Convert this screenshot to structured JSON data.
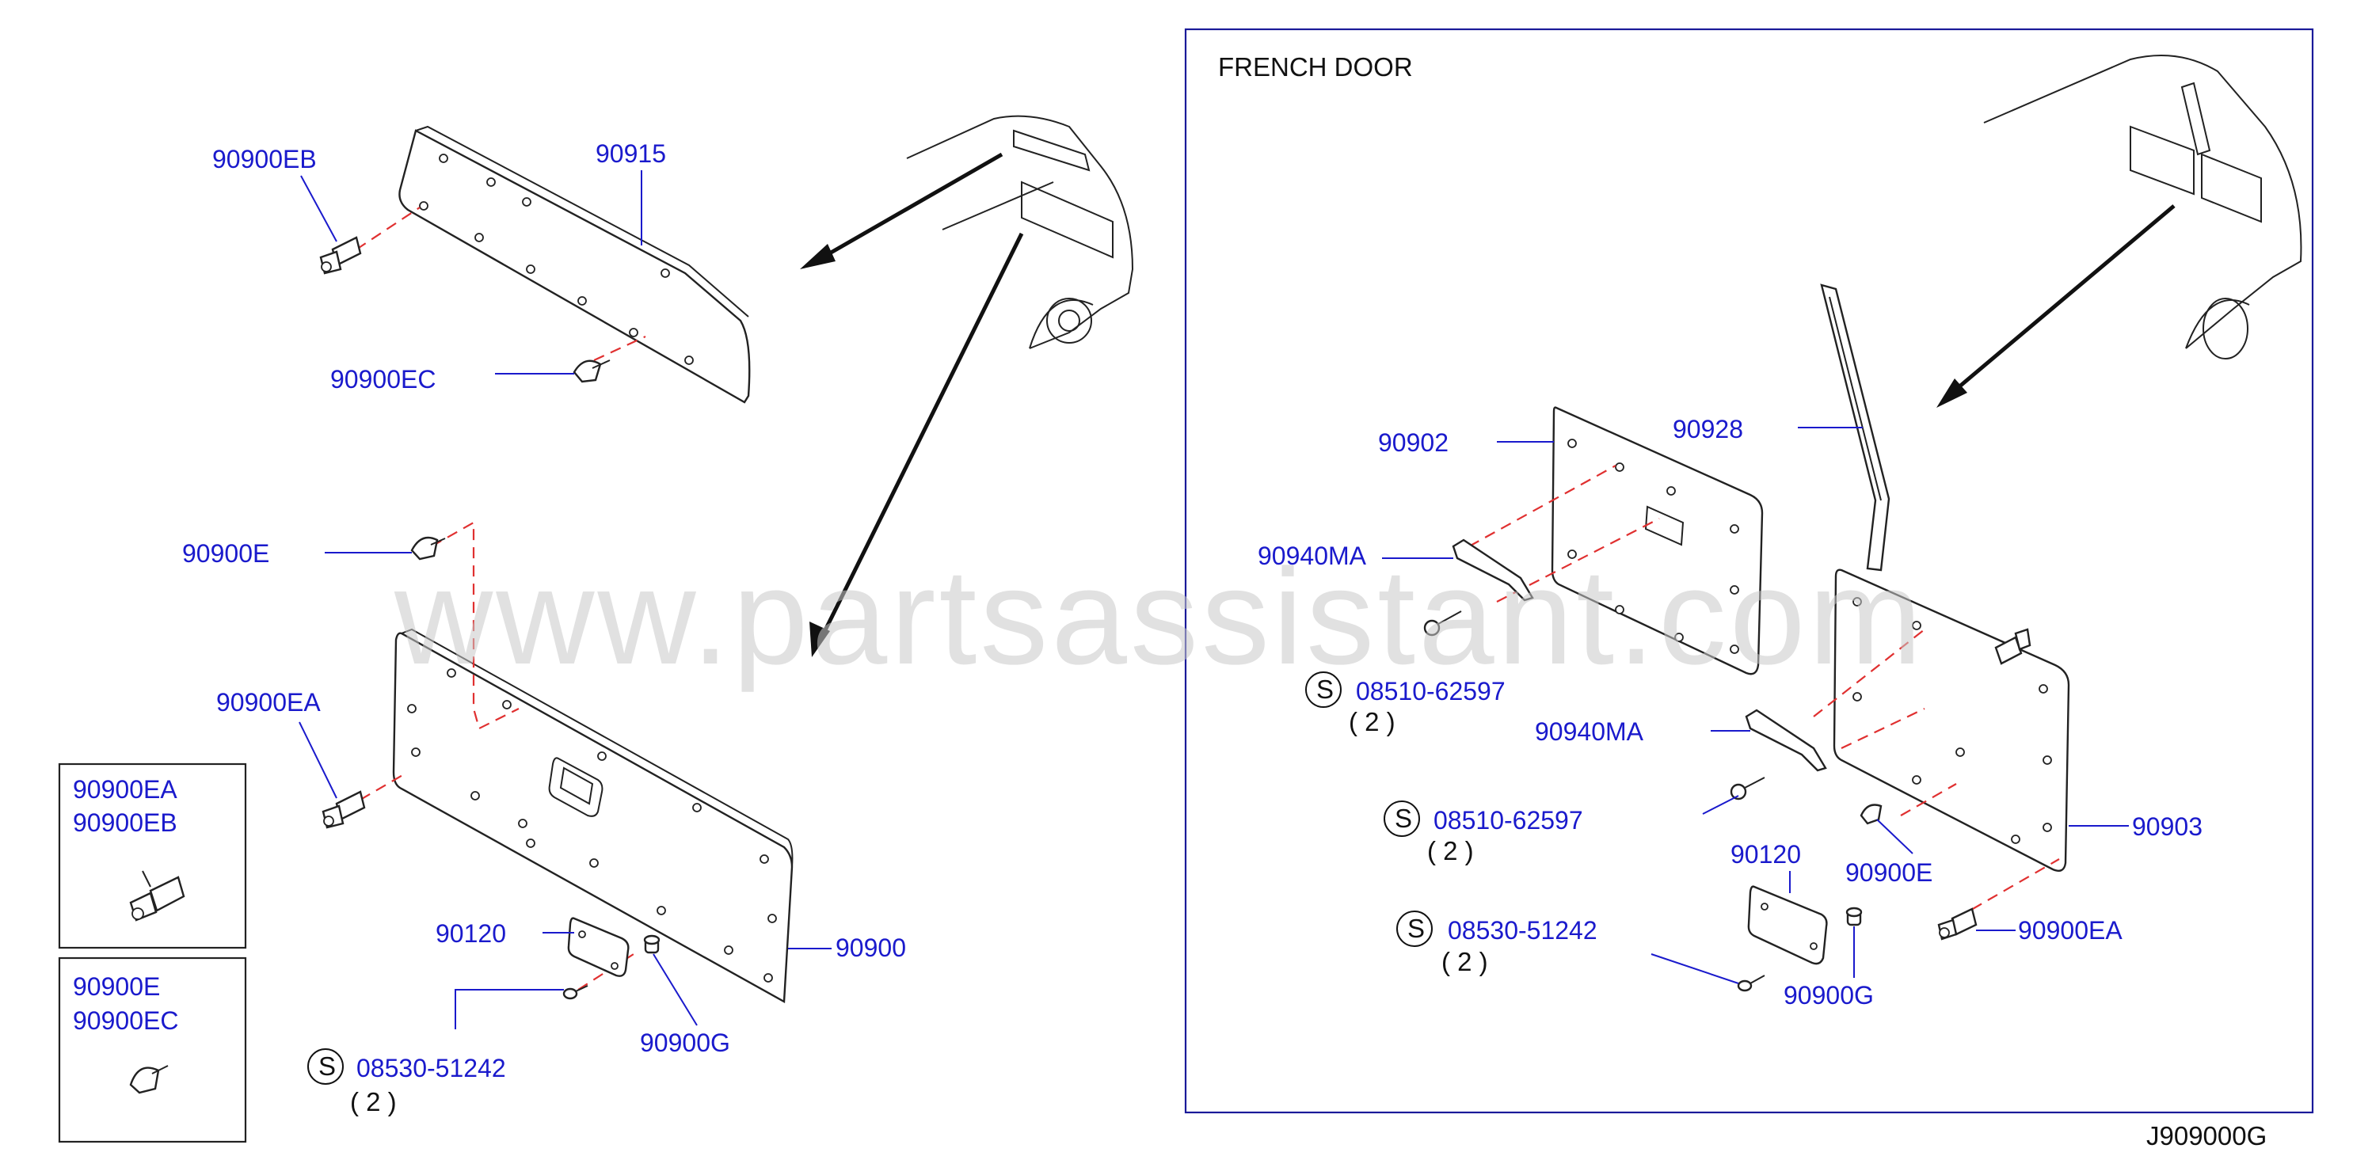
{
  "watermark": "www.partsassistant.com",
  "french_door_box": {
    "title": "FRENCH   DOOR"
  },
  "diagram_code": "J909000G",
  "labels_left": {
    "l_90900EB": "90900EB",
    "l_90915": "90915",
    "l_90900EC": "90900EC",
    "l_90900E": "90900E",
    "l_90900EA": "90900EA",
    "l_90120": "90120",
    "l_90900": "90900",
    "l_90900G": "90900G",
    "l_screw": "08530-51242",
    "l_screw_qty": "( 2 )",
    "l_s": "S"
  },
  "insets": [
    {
      "line1": "90900EA",
      "line2": "90900EB"
    },
    {
      "line1": "90900E",
      "line2": "90900EC"
    }
  ],
  "labels_right": {
    "r_90902": "90902",
    "r_90928": "90928",
    "r_90940MA_a": "90940MA",
    "r_screw_a": "08510-62597",
    "r_screw_a_qty": "( 2 )",
    "r_90940MA_b": "90940MA",
    "r_screw_b": "08510-62597",
    "r_screw_b_qty": "( 2 )",
    "r_90903": "90903",
    "r_90120": "90120",
    "r_90900E": "90900E",
    "r_screw_c": "08530-51242",
    "r_screw_c_qty": "( 2 )",
    "r_90900EA": "90900EA",
    "r_90900G": "90900G",
    "r_s": "S"
  }
}
